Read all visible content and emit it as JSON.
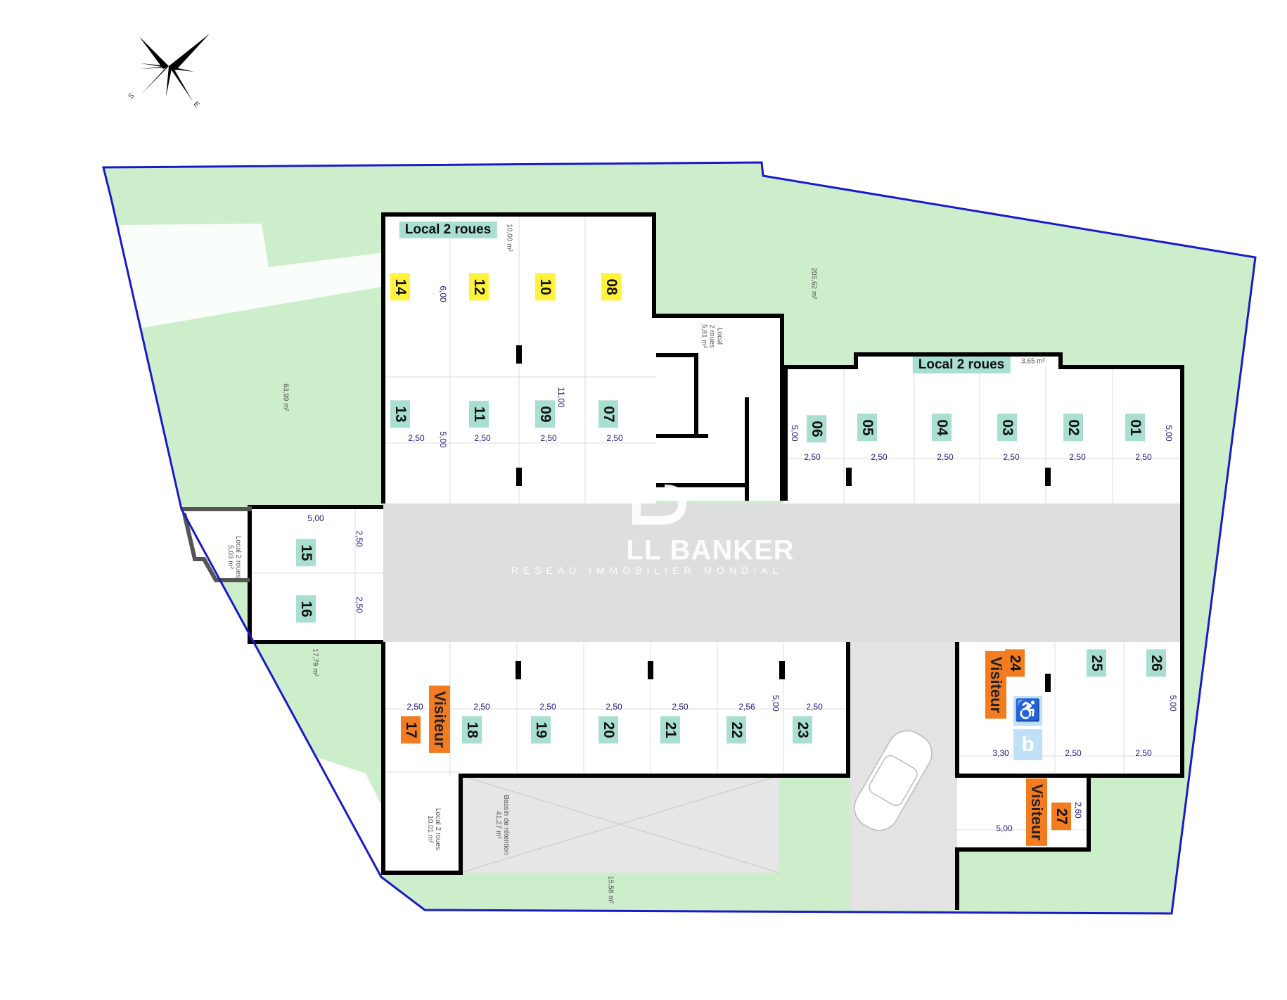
{
  "compass": {
    "south": "S",
    "east": "E"
  },
  "colors": {
    "garden": "#cdeecb",
    "boundary": "#1a1ac8",
    "wall": "#000000",
    "aisle": "#dedede",
    "standard": "#a8dfd0",
    "reserved": "#fff23a",
    "visitor": "#f47c20",
    "accessible": "#bfe0f7"
  },
  "watermark": {
    "brand": "LL BANKER",
    "tagline": "RESEAU IMMOBILIER MONDIAL",
    "full": "COLDWELL BANKER"
  },
  "rooms": {
    "bike_top_left": {
      "title": "Local 2 roues",
      "area": "10,00 m²"
    },
    "bike_stair": {
      "line1": "Local",
      "line2": "2 roues",
      "area": "5,81 m²"
    },
    "bike_right": {
      "title": "Local 2 roues",
      "area": "3,65 m²"
    },
    "bike_left": {
      "line1": "Local 2 roues",
      "area": "5,03 m²"
    },
    "bike_bottom": {
      "line1": "Local 2 roues",
      "area": "10,01 m²"
    },
    "basin": {
      "line1": "Bassin de rétention",
      "area": "41,27 m²"
    }
  },
  "gardens": {
    "west": "63,99 m²",
    "north": "205,62 m²",
    "southwest": "17,79 m²",
    "south": "15,58 m²"
  },
  "spots": {
    "s01": "01",
    "s02": "02",
    "s03": "03",
    "s04": "04",
    "s05": "05",
    "s06": "06",
    "s07": "07",
    "s08": "08",
    "s09": "09",
    "s10": "10",
    "s11": "11",
    "s12": "12",
    "s13": "13",
    "s14": "14",
    "s15": "15",
    "s16": "16",
    "s17": "17",
    "s18": "18",
    "s19": "19",
    "s20": "20",
    "s21": "21",
    "s22": "22",
    "s23": "23",
    "s24": "24",
    "s25": "25",
    "s26": "26",
    "s27": "27"
  },
  "visitor_label": "Visiteur",
  "accessible_icons": [
    "wheelchair-icon",
    "accessible-b-icon"
  ],
  "dims": {
    "d600": "6,00",
    "d1100": "11,00",
    "d500a": "5,00",
    "w250": "2,50",
    "d256": "2,56",
    "d330": "3,30",
    "d260": "2,60"
  }
}
